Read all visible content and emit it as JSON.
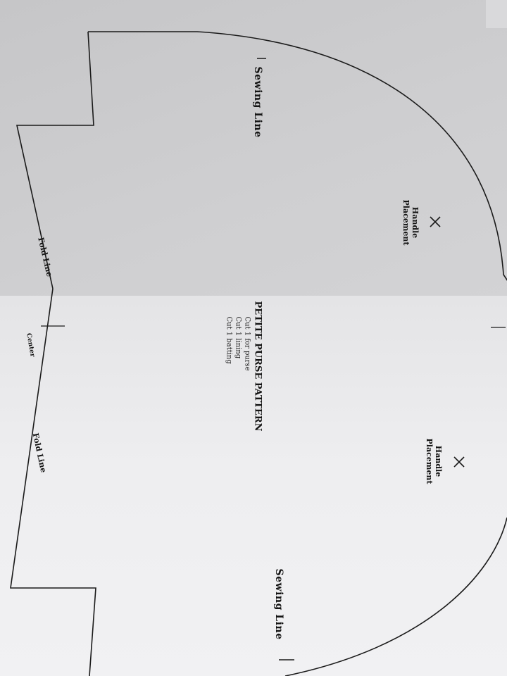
{
  "pattern": {
    "title": "PETITE PURSE PATTERN",
    "instructions": [
      "Cut 1 for purse",
      "Cut 1 lining",
      "Cut 1 batting"
    ],
    "labels": {
      "sewing_line_top": "Sewing Line",
      "sewing_line_bottom": "Sewing Line",
      "handle_top": [
        "Handle",
        "Placement"
      ],
      "handle_bottom": [
        "Handle",
        "Placement"
      ],
      "fold_line_top": "Fold Line",
      "fold_line_bottom": "Fold Line",
      "center": "Center"
    }
  },
  "colors": {
    "ink": "#141414",
    "page_shadow": "#c9c9cb",
    "page_light": "#eeeef0"
  }
}
